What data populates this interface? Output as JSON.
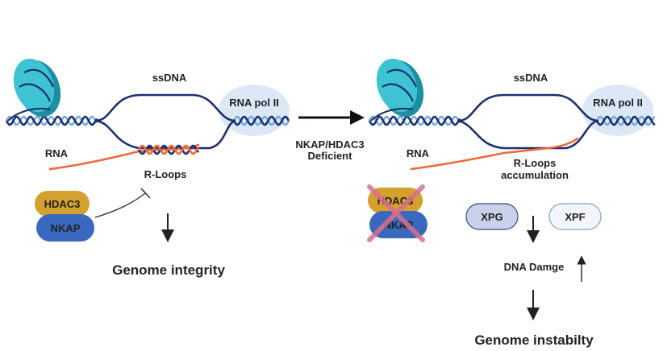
{
  "colors": {
    "dna_dark": "#1e2f6e",
    "dna_light": "#6fa9dd",
    "nucleosome": "#3ec3d3",
    "nucleosome_dark": "#1d8fa3",
    "rna": "#ee6a3a",
    "polymerase": "#d9e6f6",
    "hdac3": "#d4a02e",
    "nkap": "#3a68bf",
    "xpg": "#c9d2ea",
    "xpf": "#f2f5fb",
    "cross": "#d9708e",
    "text": "#222222"
  },
  "left_panel": {
    "ssdna_label": "ssDNA",
    "polymerase_label": "RNA pol II",
    "rna_label": "RNA",
    "rloops_label": "R-Loops",
    "hdac3_label": "HDAC3",
    "nkap_label": "NKAP",
    "outcome_label": "Genome integrity"
  },
  "transition": {
    "label_line1": "NKAP/HDAC3",
    "label_line2": "Deficient"
  },
  "right_panel": {
    "ssdna_label": "ssDNA",
    "polymerase_label": "RNA pol II",
    "rna_label": "RNA",
    "rloops_label_line1": "R-Loops",
    "rloops_label_line2": "accumulation",
    "hdac3_label": "HDAC3",
    "nkap_label": "NKAP",
    "xpg_label": "XPG",
    "xpf_label": "XPF",
    "damage_label": "DNA Damge",
    "outcome_label": "Genome instabilty"
  }
}
